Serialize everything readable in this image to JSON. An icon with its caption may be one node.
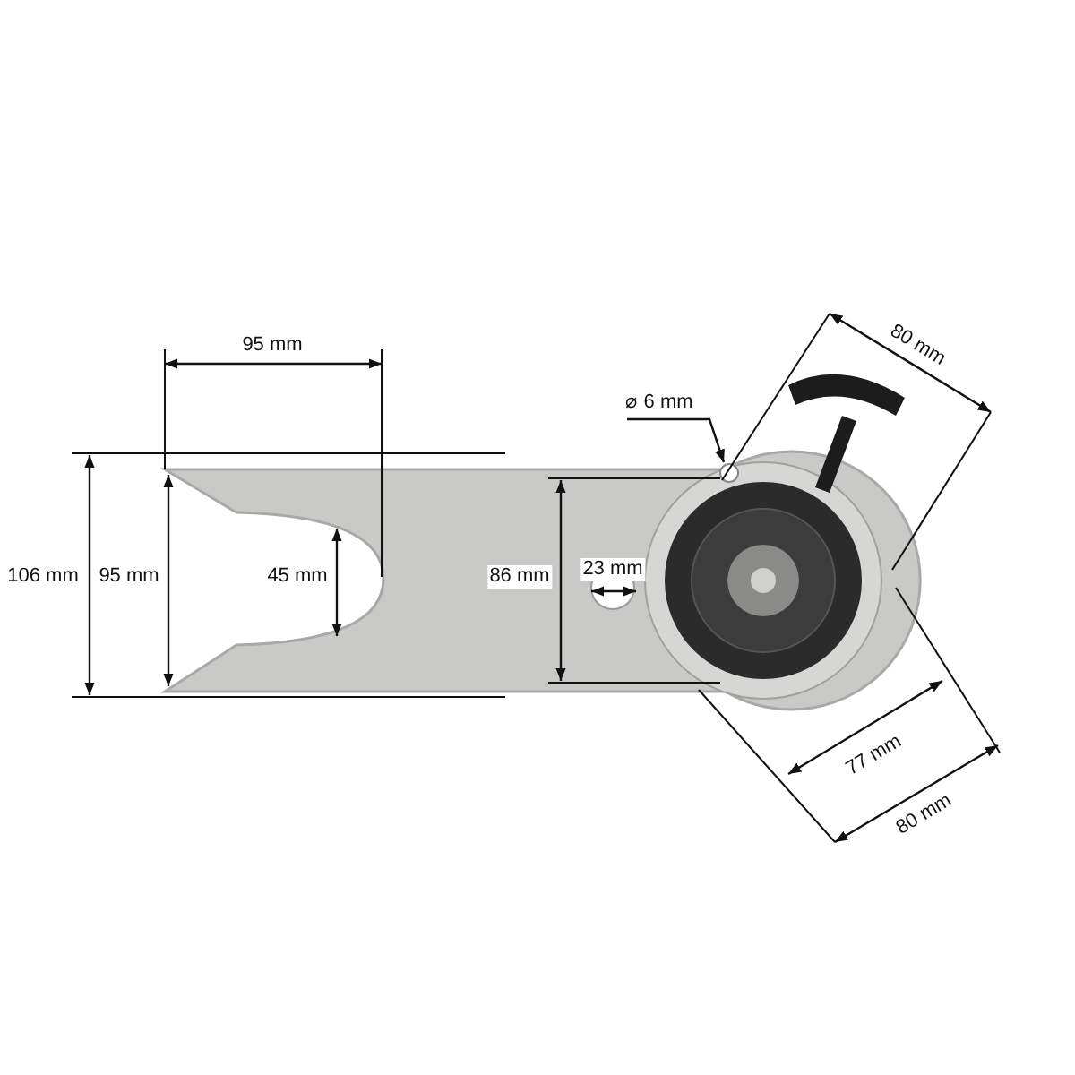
{
  "diagram": {
    "labels": [
      "95 mm",
      "80 mm",
      "⌀ 6 mm",
      "106 mm",
      "95 mm",
      "86 mm",
      "23 mm",
      "45 mm",
      "77 mm",
      "80 mm"
    ]
  }
}
